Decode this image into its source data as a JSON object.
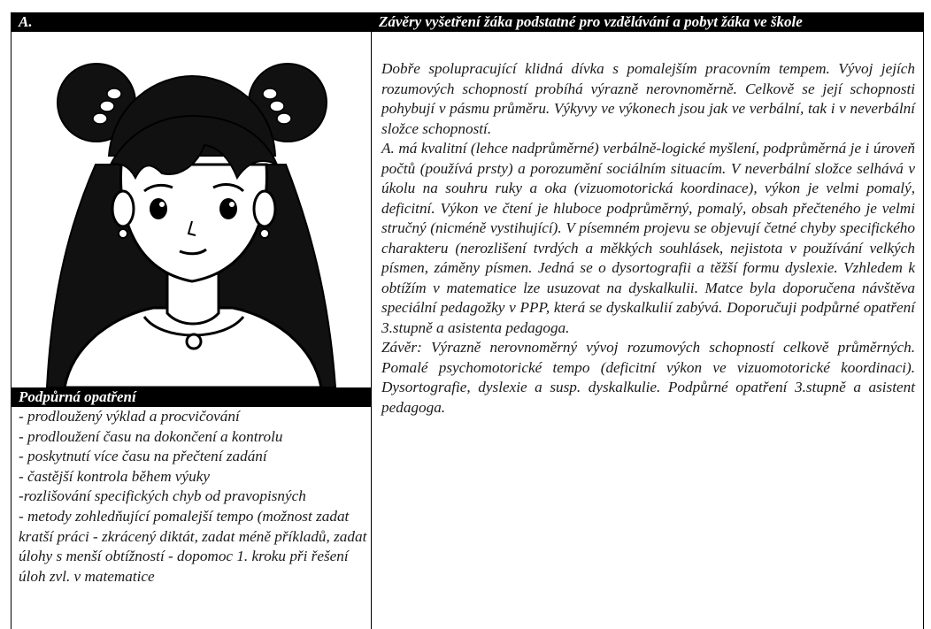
{
  "left_header": "A.",
  "right_header": "Závěry vyšetření žáka podstatné pro vzdělávání a pobyt žáka ve škole",
  "support": {
    "title": "Podpůrná opatření",
    "items": [
      "- prodloužený výklad a procvičování",
      "- prodloužení času na dokončení a kontrolu",
      "- poskytnutí více času na přečtení zadání",
      "- častější kontrola během výuky",
      "-rozlišování specifických chyb od pravopisných",
      "- metody zohledňující pomalejší tempo (možnost zadat kratší práci - zkrácený diktát, zadat méně příkladů, zadat úlohy s menší obtížností - dopomoc 1. kroku při řešení úloh zvl. v matematice"
    ]
  },
  "report": {
    "paragraphs": [
      "Dobře spolupracující klidná dívka s pomalejším pracovním tempem. Vývoj jejích rozumových schopností probíhá výrazně nerovnoměrně. Celkově se její schopnosti pohybují v pásmu průměru. Výkyvy ve výkonech jsou jak ve verbální, tak i v neverbální složce schopností.",
      "A. má kvalitní (lehce nadprůměrné) verbálně-logické myšlení, podprůměrná je i úroveň počtů (používá prsty) a porozumění sociálním situacím. V neverbální složce selhává v úkolu na souhru ruky a oka (vizuomotorická koordinace), výkon je velmi pomalý, deficitní. Výkon ve čtení je hluboce podprůměrný, pomalý, obsah přečteného je velmi stručný (nicméně vystihující). V písemném projevu se objevují četné chyby specifického charakteru (nerozlišení tvrdých a měkkých souhlásek, nejistota v používání velkých písmen, záměny písmen. Jedná se o dysortografii a těžší formu dyslexie. Vzhledem k obtížím v matematice lze usuzovat na dyskalkulii. Matce byla doporučena návštěva speciální pedagožky v PPP, která se dyskalkulií zabývá. Doporučuji podpůrné opatření 3.stupně a asistenta pedagoga.",
      "Závěr: Výrazně nerovnoměrný vývoj rozumových schopností celkově průměrných. Pomalé psychomotorické tempo (deficitní výkon ve vizuomotorické koordinaci). Dysortografie, dyslexie a susp. dyskalkulie. Podpůrné opatření 3.stupně a asistent pedagoga."
    ]
  },
  "colors": {
    "header_bg": "#000000",
    "header_text": "#ffffff",
    "body_text": "#1a1a1a"
  }
}
